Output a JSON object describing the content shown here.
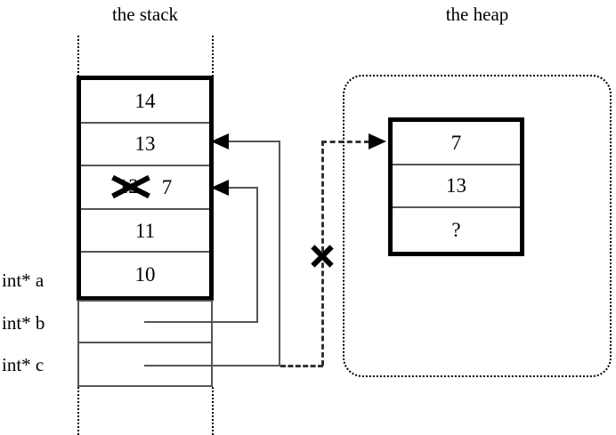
{
  "titles": {
    "stack": "the stack",
    "heap": "the heap"
  },
  "stack": {
    "array_cells": [
      {
        "value": "14",
        "struck": false,
        "replacement": ""
      },
      {
        "value": "13",
        "struck": false,
        "replacement": ""
      },
      {
        "value": "12",
        "struck": true,
        "replacement": "7"
      },
      {
        "value": "11",
        "struck": false,
        "replacement": ""
      },
      {
        "value": "10",
        "struck": false,
        "replacement": ""
      }
    ],
    "variables": [
      {
        "label": "int* a",
        "points_to": ""
      },
      {
        "label": "int* b",
        "points_to": "stack-cell-3"
      },
      {
        "label": "int* c",
        "points_to": "stack-cell-2"
      }
    ]
  },
  "heap": {
    "block_cells": [
      {
        "value": "7"
      },
      {
        "value": "13"
      },
      {
        "value": "?"
      }
    ]
  },
  "marks": {
    "struck_cell_x": "x-mark",
    "dangling_pointer_x": "x-mark"
  },
  "colors": {
    "ink": "#000000",
    "thin_line": "#555555",
    "dashed_line": "#333333",
    "background": "#ffffff"
  }
}
